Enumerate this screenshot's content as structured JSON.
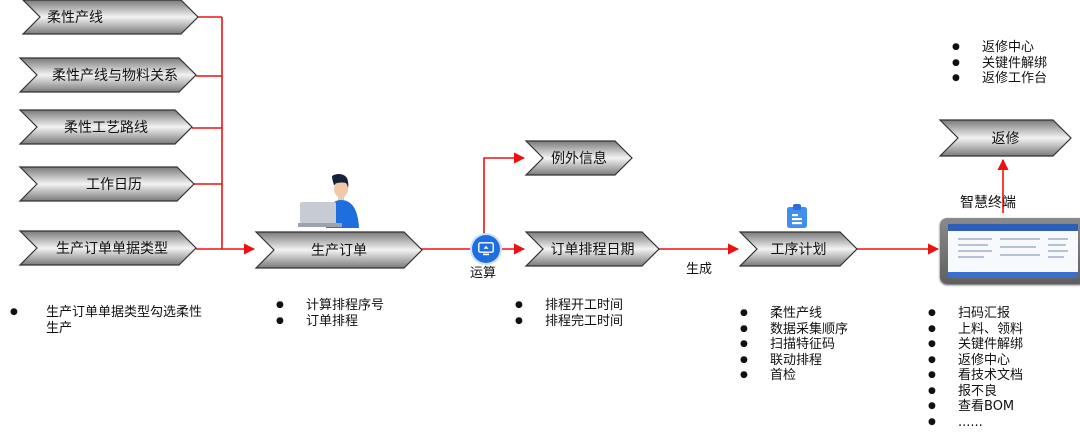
{
  "sources": [
    "柔性产线",
    "柔性产线与物料关系",
    "柔性工艺路线",
    "工作日历",
    "生产订单单据类型"
  ],
  "main": {
    "order": "生产订单",
    "exception": "例外信息",
    "schedule_date": "订单排程日期",
    "process_plan": "工序计划",
    "rework": "返修"
  },
  "labels": {
    "compute": "运算",
    "generate": "生成",
    "terminal": "智慧终端"
  },
  "notes": {
    "type_note": [
      "生产订单单据类型勾选柔性生产"
    ],
    "order_notes": [
      "计算排程序号",
      "订单排程"
    ],
    "schedule_notes": [
      "排程开工时间",
      "排程完工时间"
    ],
    "plan_notes": [
      "柔性产线",
      "数据采集顺序",
      "扫描特征码",
      "联动排程",
      "首检"
    ],
    "terminal_notes": [
      "扫码汇报",
      "上料、领料",
      "关键件解绑",
      "返修中心",
      "看技术文档",
      "报不良",
      "查看BOM",
      "......"
    ],
    "rework_notes": [
      "返修中心",
      "关键件解绑",
      "返修工作台"
    ]
  },
  "colors": {
    "connector": "#ee1111",
    "accent": "#1d6fe0",
    "chevron_mid": "#f2f2f2",
    "chevron_edge": "#9a9a9a"
  },
  "icons": [
    "user-at-laptop-icon",
    "compute-icon",
    "clipboard-icon",
    "tablet-terminal-icon"
  ]
}
